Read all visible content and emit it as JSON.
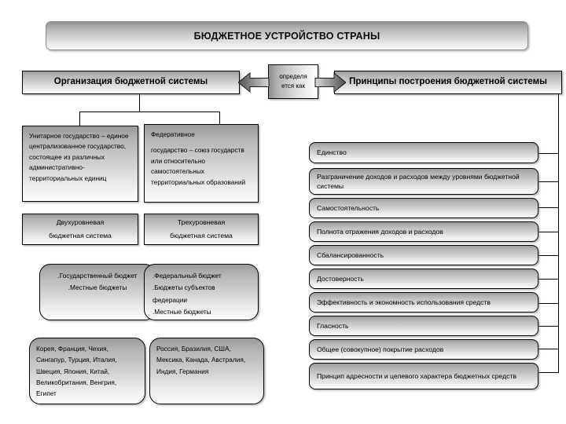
{
  "title": "БЮДЖЕТНОЕ УСТРОЙСТВО СТРАНЫ",
  "head": {
    "left": "Организация бюджетной системы",
    "right": "Принципы построения бюджетной системы",
    "connector_line1": "определя",
    "connector_line2": "ется как"
  },
  "state_types": {
    "unitary": "Унитарное государство – единое централизованное государство, состоящее из различных административно-территориальных единиц",
    "federative_title": "Федеративное",
    "federative_body": "государство – союз государств или относительно самостоятельных территориальных образований"
  },
  "levels": {
    "two_line1": "Двухуровневая",
    "two_line2": "бюджетная система",
    "three_line1": "Трехуровневая",
    "three_line2": "бюджетная система"
  },
  "budgets": {
    "two_level": [
      ".Государственный бюджет",
      ".Местные бюджеты"
    ],
    "three_level": [
      ".Федеральный бюджет",
      ".Бюджеты субъектов федерации",
      ".Местные бюджеты"
    ]
  },
  "countries": {
    "unitary": "Корея, Франция, Чехия, Сингапур, Турция, Италия, Швеция, Япония, Китай, Великобритания, Венгрия, Египет",
    "federative": "Россия, Бразилия, США, Мексика, Канада, Австралия, Индия, Германия"
  },
  "principles": [
    "Единство",
    "Разграничение доходов и расходов между уровнями бюджетной системы",
    "Самостоятельность",
    "Полнота отражения доходов и расходов",
    "Сбалансированность",
    "Достоверность",
    "Эффективность и экономность использования средств",
    "Гласность",
    "Общее (совокупное) покрытие расходов",
    "Принцип адресности и целевого характера бюджетных средств"
  ],
  "colors": {
    "box_fill_dark": "#9a9a9a",
    "box_fill_light": "#fbfbfb",
    "border": "#000000",
    "text": "#000000"
  }
}
